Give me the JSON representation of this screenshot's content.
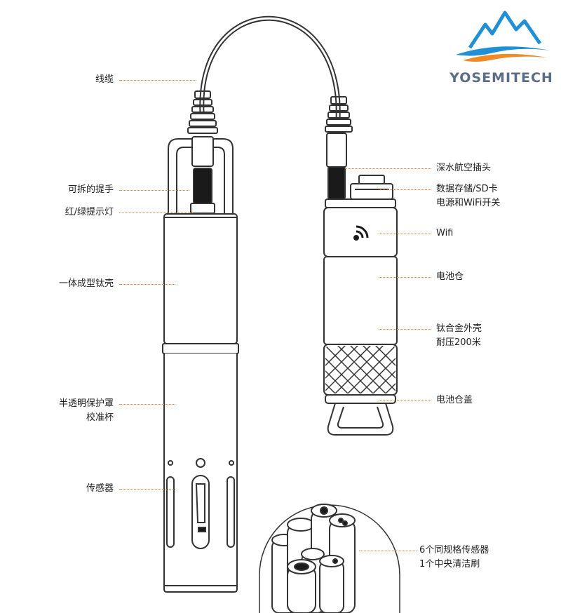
{
  "brand": {
    "name": "YOSEMITECH",
    "colors": {
      "blue": "#1f8fd6",
      "orange": "#f08a24",
      "text": "#5a6f86"
    }
  },
  "callouts_left": [
    {
      "id": "cable",
      "text": "线缆"
    },
    {
      "id": "handle",
      "text": "可拆的提手"
    },
    {
      "id": "indicator",
      "text": "红/绿提示灯"
    },
    {
      "id": "shell",
      "text": "一体成型钛壳"
    },
    {
      "id": "guard",
      "lines": [
        "半透明保护罩",
        "校准杯"
      ]
    },
    {
      "id": "sensor",
      "text": "传感器"
    }
  ],
  "callouts_right": [
    {
      "id": "connector",
      "text": "深水航空插头"
    },
    {
      "id": "storage",
      "lines": [
        "数据存储/SD卡",
        "电源和WiFi开关"
      ]
    },
    {
      "id": "wifi",
      "text": "Wifi"
    },
    {
      "id": "battery",
      "text": "电池仓"
    },
    {
      "id": "housing",
      "lines": [
        "钛合金外壳",
        "耐压200米"
      ]
    },
    {
      "id": "cap",
      "text": "电池仓盖"
    },
    {
      "id": "sensors6",
      "lines": [
        "6个同规格传感器",
        "1个中央清洁刷"
      ]
    }
  ],
  "icons": [
    "wifi-icon",
    "brand-logo-icon"
  ],
  "colors": {
    "leader": "#e07a2a",
    "stroke": "#333333",
    "dark": "#1a1a1a"
  }
}
